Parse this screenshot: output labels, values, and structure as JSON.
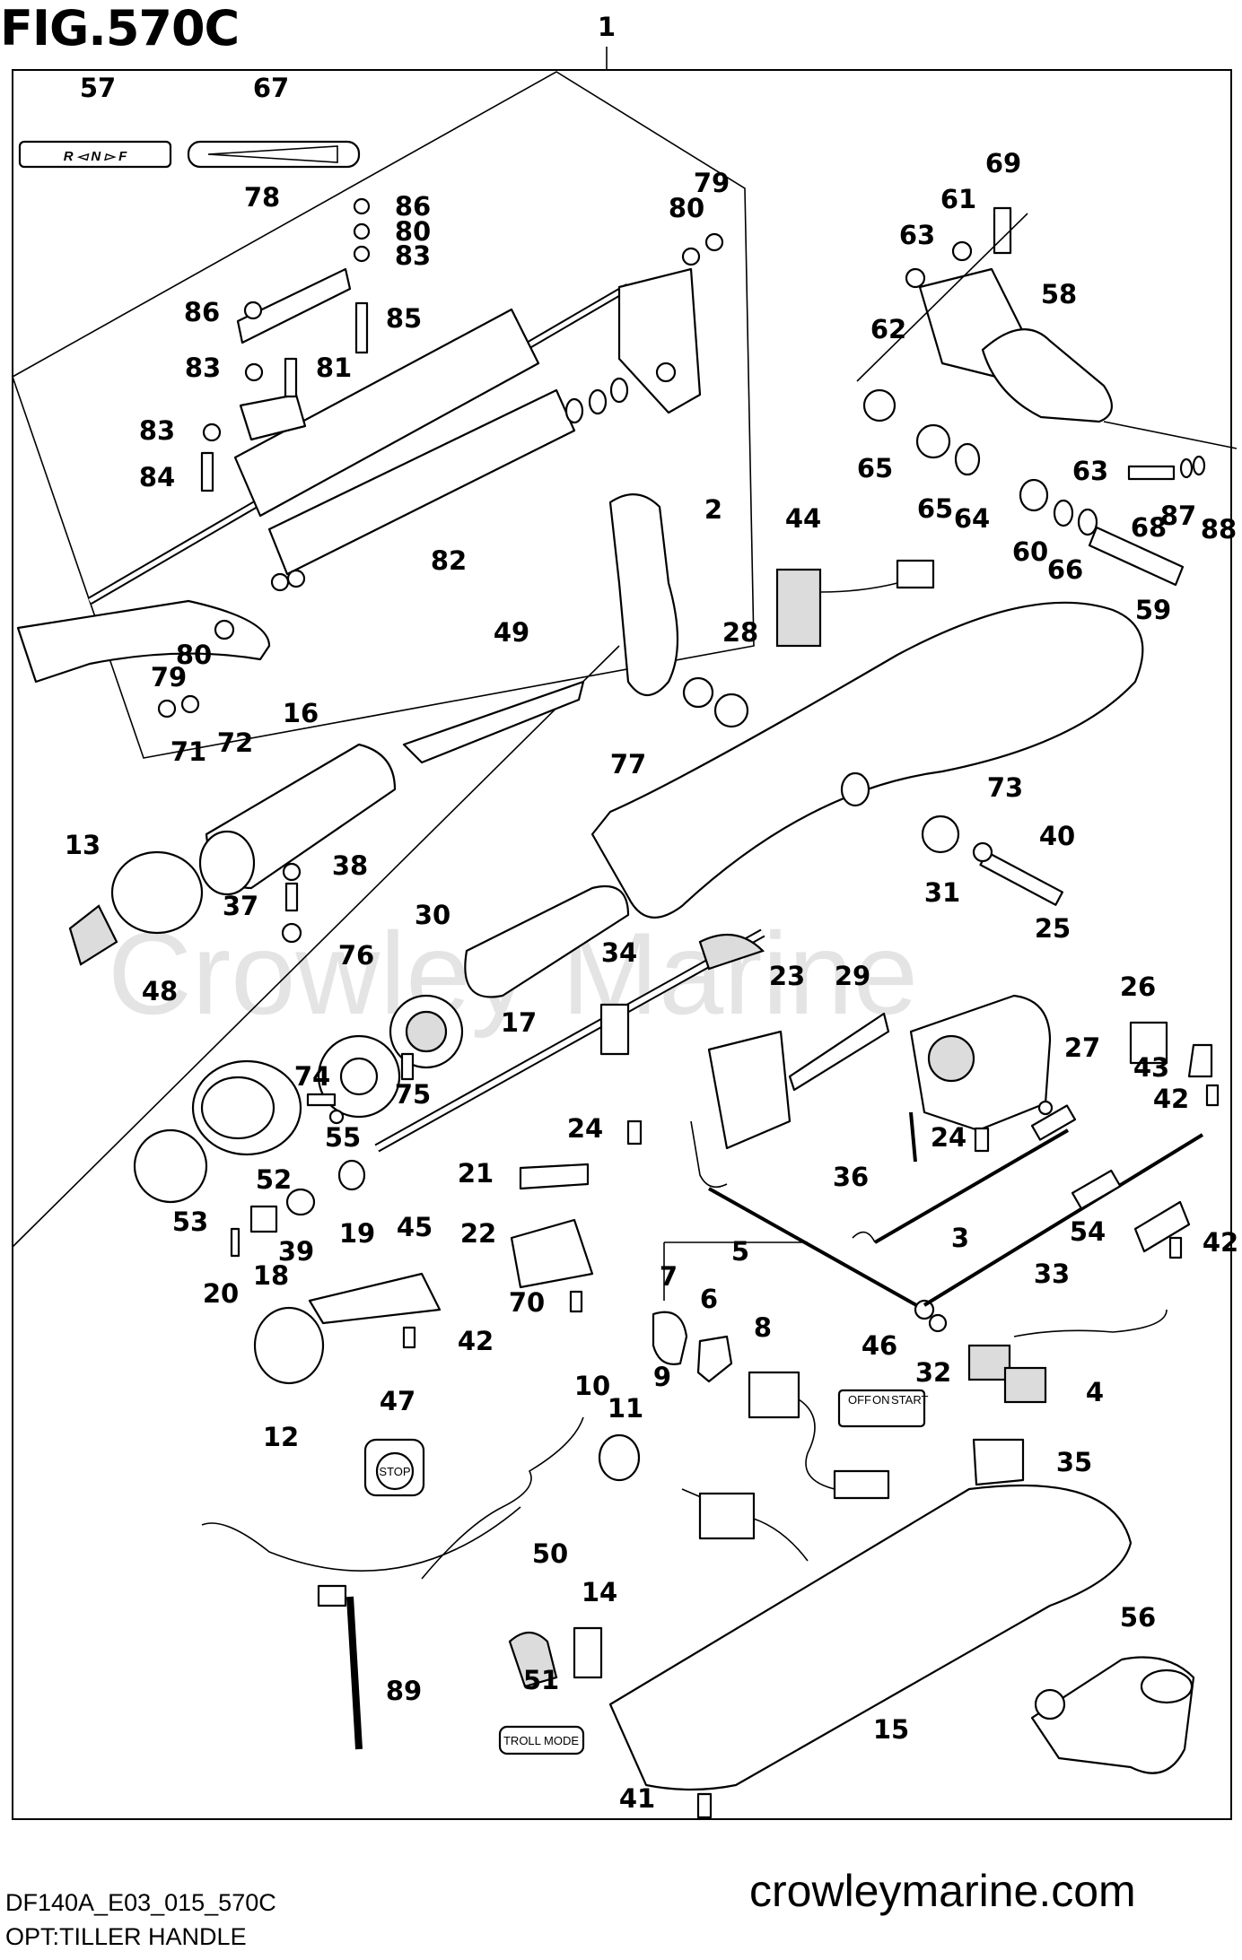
{
  "figure": {
    "title": "FIG.570C",
    "code": "DF140A_E03_015_570C",
    "subtitle": "OPT:TILLER HANDLE",
    "site": "crowleymarine.com",
    "watermark": "Crowley Marine"
  },
  "decals": {
    "shift": "R ◅ N ▻ F",
    "ignition_off": "OFF",
    "ignition_on": "ON",
    "ignition_start": "START",
    "stop_plate": "STOP",
    "troll_plate": "TROLL MODE"
  },
  "callouts": [
    {
      "id": "c1",
      "text": "1"
    },
    {
      "id": "c57",
      "text": "57"
    },
    {
      "id": "c67",
      "text": "67"
    },
    {
      "id": "c78",
      "text": "78"
    },
    {
      "id": "c86a",
      "text": "86"
    },
    {
      "id": "c80a",
      "text": "80"
    },
    {
      "id": "c83a",
      "text": "83"
    },
    {
      "id": "c86b",
      "text": "86"
    },
    {
      "id": "c85",
      "text": "85"
    },
    {
      "id": "c83b",
      "text": "83"
    },
    {
      "id": "c81",
      "text": "81"
    },
    {
      "id": "c83c",
      "text": "83"
    },
    {
      "id": "c84",
      "text": "84"
    },
    {
      "id": "c82",
      "text": "82"
    },
    {
      "id": "c80b",
      "text": "80"
    },
    {
      "id": "c79a",
      "text": "79"
    },
    {
      "id": "c80c",
      "text": "80"
    },
    {
      "id": "c79b",
      "text": "79"
    },
    {
      "id": "c69",
      "text": "69"
    },
    {
      "id": "c61",
      "text": "61"
    },
    {
      "id": "c63a",
      "text": "63"
    },
    {
      "id": "c62",
      "text": "62"
    },
    {
      "id": "c58",
      "text": "58"
    },
    {
      "id": "c65a",
      "text": "65"
    },
    {
      "id": "c65b",
      "text": "65"
    },
    {
      "id": "c64",
      "text": "64"
    },
    {
      "id": "c60",
      "text": "60"
    },
    {
      "id": "c66",
      "text": "66"
    },
    {
      "id": "c63b",
      "text": "63"
    },
    {
      "id": "c68",
      "text": "68"
    },
    {
      "id": "c87",
      "text": "87"
    },
    {
      "id": "c88",
      "text": "88"
    },
    {
      "id": "c59",
      "text": "59"
    },
    {
      "id": "c2",
      "text": "2"
    },
    {
      "id": "c44",
      "text": "44"
    },
    {
      "id": "c28",
      "text": "28"
    },
    {
      "id": "c49",
      "text": "49"
    },
    {
      "id": "c16",
      "text": "16"
    },
    {
      "id": "c71",
      "text": "71"
    },
    {
      "id": "c72",
      "text": "72"
    },
    {
      "id": "c77",
      "text": "77"
    },
    {
      "id": "c73",
      "text": "73"
    },
    {
      "id": "c40",
      "text": "40"
    },
    {
      "id": "c31",
      "text": "31"
    },
    {
      "id": "c13",
      "text": "13"
    },
    {
      "id": "c38",
      "text": "38"
    },
    {
      "id": "c37",
      "text": "37"
    },
    {
      "id": "c48",
      "text": "48"
    },
    {
      "id": "c30",
      "text": "30"
    },
    {
      "id": "c76",
      "text": "76"
    },
    {
      "id": "c34",
      "text": "34"
    },
    {
      "id": "c23",
      "text": "23"
    },
    {
      "id": "c29",
      "text": "29"
    },
    {
      "id": "c25",
      "text": "25"
    },
    {
      "id": "c26",
      "text": "26"
    },
    {
      "id": "c27",
      "text": "27"
    },
    {
      "id": "c43",
      "text": "43"
    },
    {
      "id": "c42a",
      "text": "42"
    },
    {
      "id": "c17",
      "text": "17"
    },
    {
      "id": "c74",
      "text": "74"
    },
    {
      "id": "c75",
      "text": "75"
    },
    {
      "id": "c55",
      "text": "55"
    },
    {
      "id": "c24a",
      "text": "24"
    },
    {
      "id": "c24b",
      "text": "24"
    },
    {
      "id": "c52",
      "text": "52"
    },
    {
      "id": "c53",
      "text": "53"
    },
    {
      "id": "c21",
      "text": "21"
    },
    {
      "id": "c36",
      "text": "36"
    },
    {
      "id": "c3",
      "text": "3"
    },
    {
      "id": "c22",
      "text": "22"
    },
    {
      "id": "c39",
      "text": "39"
    },
    {
      "id": "c19",
      "text": "19"
    },
    {
      "id": "c18",
      "text": "18"
    },
    {
      "id": "c45",
      "text": "45"
    },
    {
      "id": "c54",
      "text": "54"
    },
    {
      "id": "c42b",
      "text": "42"
    },
    {
      "id": "c33",
      "text": "33"
    },
    {
      "id": "c20",
      "text": "20"
    },
    {
      "id": "c70",
      "text": "70"
    },
    {
      "id": "c5",
      "text": "5"
    },
    {
      "id": "c7",
      "text": "7"
    },
    {
      "id": "c6",
      "text": "6"
    },
    {
      "id": "c8",
      "text": "8"
    },
    {
      "id": "c42c",
      "text": "42"
    },
    {
      "id": "c46",
      "text": "46"
    },
    {
      "id": "c32",
      "text": "32"
    },
    {
      "id": "c4",
      "text": "4"
    },
    {
      "id": "c9",
      "text": "9"
    },
    {
      "id": "c12",
      "text": "12"
    },
    {
      "id": "c10",
      "text": "10"
    },
    {
      "id": "c11",
      "text": "11"
    },
    {
      "id": "c47",
      "text": "47"
    },
    {
      "id": "c35",
      "text": "35"
    },
    {
      "id": "c50",
      "text": "50"
    },
    {
      "id": "c14",
      "text": "14"
    },
    {
      "id": "c56",
      "text": "56"
    },
    {
      "id": "c89",
      "text": "89"
    },
    {
      "id": "c51",
      "text": "51"
    },
    {
      "id": "c15",
      "text": "15"
    },
    {
      "id": "c41",
      "text": "41"
    }
  ]
}
